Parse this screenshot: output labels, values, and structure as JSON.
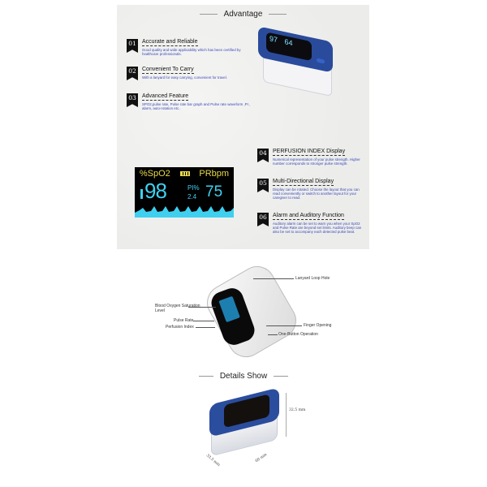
{
  "advantage": {
    "title": "Advantage",
    "features": [
      {
        "number": "01",
        "title": "Accurate and Reliable",
        "desc": "Good quality and wide applicability which has been certified by healthcare professionals."
      },
      {
        "number": "02",
        "title": "Convenient To Carry",
        "desc": "With a lanyard for easy carrying, convenient for travel."
      },
      {
        "number": "03",
        "title": "Advanced Feature",
        "desc": "SPO2,pulse rate, Pulse rate bar graph and Pulse rate waveform ,PI , alarm, auto-rotation etc.."
      },
      {
        "number": "04",
        "title": "PERFUSION INDEX Display",
        "desc": "Numerical representation of your pulse strength. Higher number corresponds to stronger pulse strength."
      },
      {
        "number": "05",
        "title": "Multi-Directional Display",
        "desc": "Display can be rotated. Choose the layout that you can read conveniently or switch to another layout for your caregiver to read."
      },
      {
        "number": "06",
        "title": "Alarm and Auditory Function",
        "desc": "Auditory alarm can be set to warn you when your SpO2 and Pulse Rate are beyond set limits. Auditory beep can also be set to accompany each detected pulse beat."
      }
    ]
  },
  "device_top_screen": {
    "spo2": "97",
    "pr": "64"
  },
  "big_screen": {
    "spo2_label": "%SpO2",
    "pr_label": "PRbpm",
    "spo2_value": "98",
    "pi_label": "PI%",
    "pi_value": "2.4",
    "pr_value": "75"
  },
  "callouts": {
    "lanyard": "Lanyard Loop Hole",
    "spo2_level": "Blood Oxygen Saturation Level",
    "pulse_rate": "Pulse Rate",
    "perfusion": "Perfusion Index",
    "finger_opening": "Finger Opening",
    "one_button": "One-Button Operation"
  },
  "details": {
    "title": "Details Show",
    "height_dim": "32.5 mm",
    "width_dim": "60 mm",
    "depth_dim": "33.5 mm"
  },
  "colors": {
    "accent_blue": "#2a4b9b",
    "screen_cyan": "#3fd0ef",
    "screen_yellow": "#e8d94a",
    "desc_blue": "#3a49b8"
  }
}
